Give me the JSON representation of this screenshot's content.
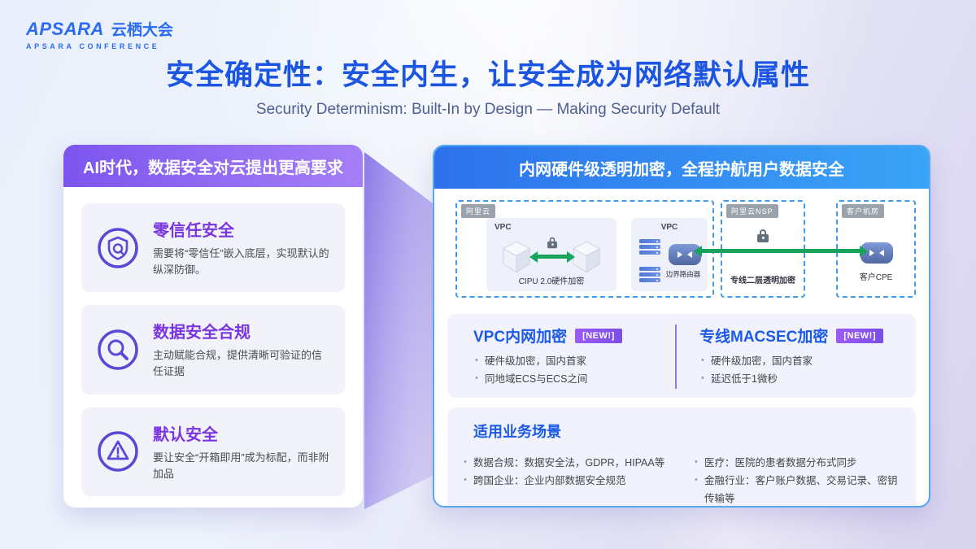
{
  "logo": {
    "brand": "APSARA",
    "brand_cn": "云栖大会",
    "subtitle": "APSARA CONFERENCE"
  },
  "header": {
    "title": "安全确定性：安全内生，让安全成为网络默认属性",
    "subtitle": "Security Determinism: Built-In by Design — Making Security Default"
  },
  "left_card": {
    "header": "AI时代，数据安全对云提出更高要求",
    "items": [
      {
        "icon": "shield-zero-trust-icon",
        "title": "零信任安全",
        "desc": "需要将“零信任”嵌入底层，实现默认的纵深防御。"
      },
      {
        "icon": "magnifier-compliance-icon",
        "title": "数据安全合规",
        "desc": "主动赋能合规，提供清晰可验证的信任证据"
      },
      {
        "icon": "warning-default-icon",
        "title": "默认安全",
        "desc": "要让安全“开箱即用”成为标配，而非附加品"
      }
    ]
  },
  "right_card": {
    "header": "内网硬件级透明加密，全程护航用户数据安全",
    "diagram": {
      "ali_badge": "阿里云",
      "nsp_badge": "阿里云NSP",
      "customer_badge": "客户机房",
      "vpc1_label": "VPC",
      "vpc1_caption": "CIPU 2.0硬件加密",
      "vpc2_label": "VPC",
      "vpc2_router_caption": "边界路由器",
      "line_caption": "专线二层透明加密",
      "cpe_caption": "客户CPE"
    },
    "features": [
      {
        "title": "VPC内网加密",
        "badge": "[NEW!]",
        "bullets": [
          "硬件级加密，国内首家",
          "同地域ECS与ECS之间"
        ]
      },
      {
        "title": "专线MACSEC加密",
        "badge": "[NEW!]",
        "bullets": [
          "硬件级加密，国内首家",
          "延迟低于1微秒"
        ]
      }
    ],
    "scenarios": {
      "title": "适用业务场景",
      "col1": [
        "数据合规：数据安全法，GDPR，HIPAA等",
        "跨国企业：企业内部数据安全规范"
      ],
      "col2": [
        "医疗：医院的患者数据分布式同步",
        "金融行业：客户账户数据、交易记录、密钥传输等"
      ]
    }
  },
  "colors": {
    "title_blue": "#1b55e2",
    "purple_header_from": "#7c55ef",
    "purple_header_to": "#a57ff6",
    "blue_header_from": "#2d72ec",
    "blue_header_to": "#3aa4f6",
    "accent_purple": "#7a36e2",
    "arrow_green": "#17a35c",
    "new_badge_purple": "#8a5cf0",
    "card_border_blue": "#55a8f2"
  }
}
